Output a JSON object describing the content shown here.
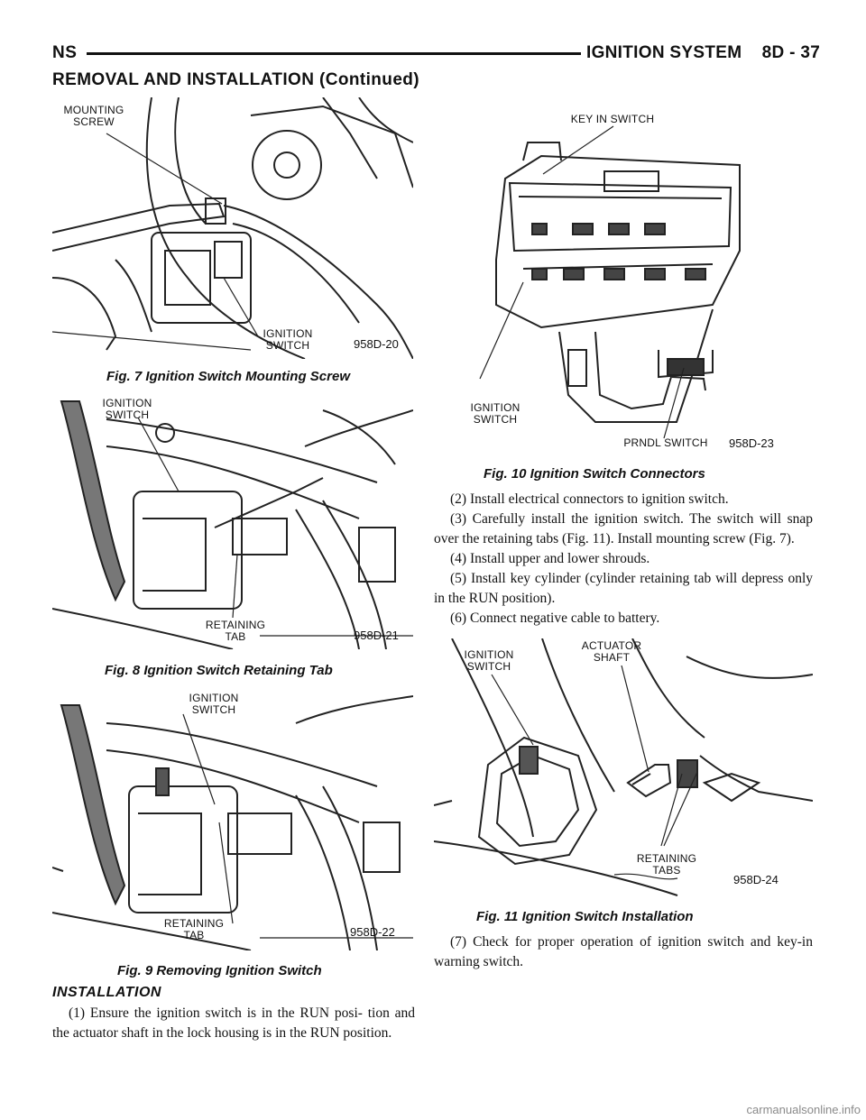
{
  "header": {
    "left": "NS",
    "right": "IGNITION SYSTEM    8D - 37"
  },
  "section_title": "REMOVAL AND INSTALLATION (Continued)",
  "figures": {
    "fig7": {
      "caption": "Fig. 7 Ignition Switch Mounting Screw",
      "code": "958D-20",
      "callouts": [
        "MOUNTING SCREW",
        "IGNITION SWITCH"
      ]
    },
    "fig8": {
      "caption": "Fig. 8 Ignition Switch Retaining Tab",
      "code": "958D-21",
      "callouts": [
        "IGNITION SWITCH",
        "RETAINING TAB"
      ]
    },
    "fig9": {
      "caption": "Fig. 9 Removing Ignition Switch",
      "code": "958D-22",
      "callouts": [
        "IGNITION SWITCH",
        "RETAINING TAB"
      ]
    },
    "fig10": {
      "caption": "Fig. 10 Ignition Switch Connectors",
      "code": "958D-23",
      "callouts": [
        "KEY IN SWITCH",
        "IGNITION SWITCH",
        "PRNDL SWITCH"
      ]
    },
    "fig11": {
      "caption": "Fig. 11 Ignition Switch Installation",
      "code": "958D-24",
      "callouts": [
        "IGNITION SWITCH",
        "ACTUATOR SHAFT",
        "RETAINING TABS"
      ]
    }
  },
  "installation": {
    "heading": "INSTALLATION",
    "step1": "(1) Ensure the ignition switch is in the RUN posi- tion and the actuator shaft in the lock housing is in the RUN position.",
    "step2": "(2) Install electrical connectors to ignition switch.",
    "step3": "(3) Carefully install the ignition switch. The switch will snap over the retaining tabs (Fig. 11). Install mounting screw (Fig. 7).",
    "step4": "(4) Install upper and lower shrouds.",
    "step5": "(5) Install key cylinder (cylinder retaining tab will depress only in the RUN position).",
    "step6": "(6) Connect negative cable to battery.",
    "step7": "(7) Check for proper operation of ignition switch and key-in warning switch."
  },
  "watermark": "carmanualsonline.info"
}
